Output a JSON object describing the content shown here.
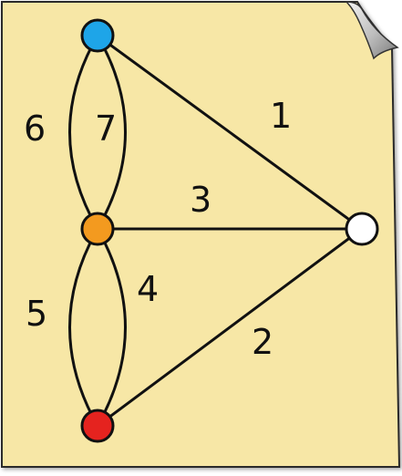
{
  "colors": {
    "paper": "#f7e7a6",
    "paper_edge": "#2a2a2a",
    "curl": "#c9c9c9",
    "edge_stroke": "#111111",
    "node_stroke": "#111111"
  },
  "graph": {
    "nodes": [
      {
        "id": "top",
        "color": "#1ea5e8"
      },
      {
        "id": "middle",
        "color": "#f39a1f"
      },
      {
        "id": "bottom",
        "color": "#e5231f"
      },
      {
        "id": "right",
        "color": "#ffffff"
      }
    ],
    "edges": [
      {
        "id": "edge-1",
        "label": "1"
      },
      {
        "id": "edge-2",
        "label": "2"
      },
      {
        "id": "edge-3",
        "label": "3"
      },
      {
        "id": "edge-4",
        "label": "4"
      },
      {
        "id": "edge-5",
        "label": "5"
      },
      {
        "id": "edge-6",
        "label": "6"
      },
      {
        "id": "edge-7",
        "label": "7"
      }
    ]
  }
}
